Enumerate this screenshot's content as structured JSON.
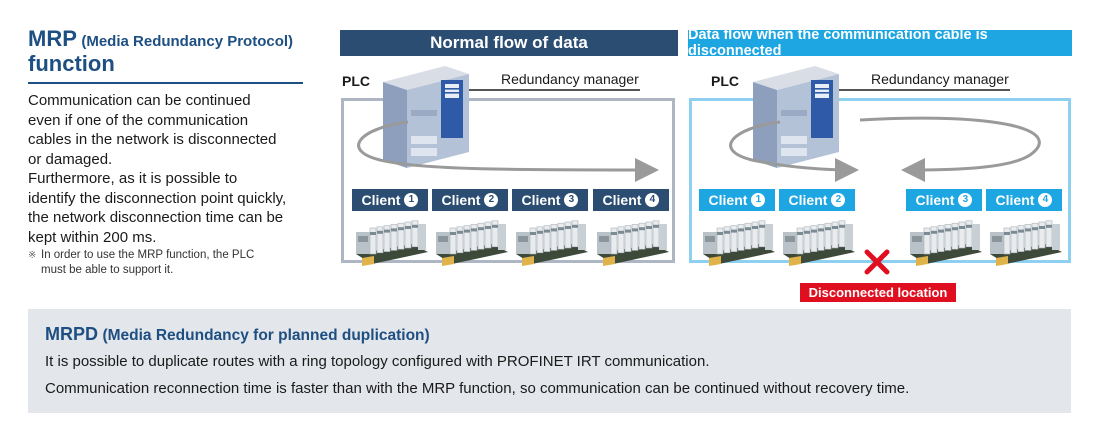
{
  "intro": {
    "title_main": "MRP",
    "title_paren": "(Media Redundancy Protocol)",
    "title_line2": "function",
    "description_lines": [
      "Communication can be continued",
      "even if one of the communication",
      "cables in the network is disconnected",
      "or damaged.",
      "Furthermore, as it is possible to",
      "identify the disconnection point quickly,",
      "the network disconnection time can be",
      "kept within 200 ms."
    ],
    "note_mark": "※",
    "note_lines": [
      "In order to use the MRP function, the PLC",
      "must be able to support it."
    ]
  },
  "left_panel": {
    "header": "Normal flow of data",
    "plc_label": "PLC",
    "manager_label": "Redundancy manager",
    "clients": [
      {
        "label": "Client",
        "num": "1"
      },
      {
        "label": "Client",
        "num": "2"
      },
      {
        "label": "Client",
        "num": "3"
      },
      {
        "label": "Client",
        "num": "4"
      }
    ]
  },
  "right_panel": {
    "header": "Data flow when the communication cable is disconnected",
    "plc_label": "PLC",
    "manager_label": "Redundancy manager",
    "clients": [
      {
        "label": "Client",
        "num": "1"
      },
      {
        "label": "Client",
        "num": "2"
      },
      {
        "label": "Client",
        "num": "3"
      },
      {
        "label": "Client",
        "num": "4"
      }
    ],
    "disconnected_label": "Disconnected location"
  },
  "mrpd": {
    "title_main": "MRPD",
    "title_paren": "(Media Redundancy for planned duplication)",
    "line1": "It is possible to duplicate routes with a ring topology configured with PROFINET IRT communication.",
    "line2": "Communication reconnection time is faster than with the MRP function, so communication can be continued without recovery time."
  },
  "colors": {
    "navy": "#2b4d72",
    "sky": "#1ea6e2",
    "title_blue": "#1e4f82",
    "alert_red": "#e00f20",
    "panel_gray": "#e3e6ea"
  }
}
